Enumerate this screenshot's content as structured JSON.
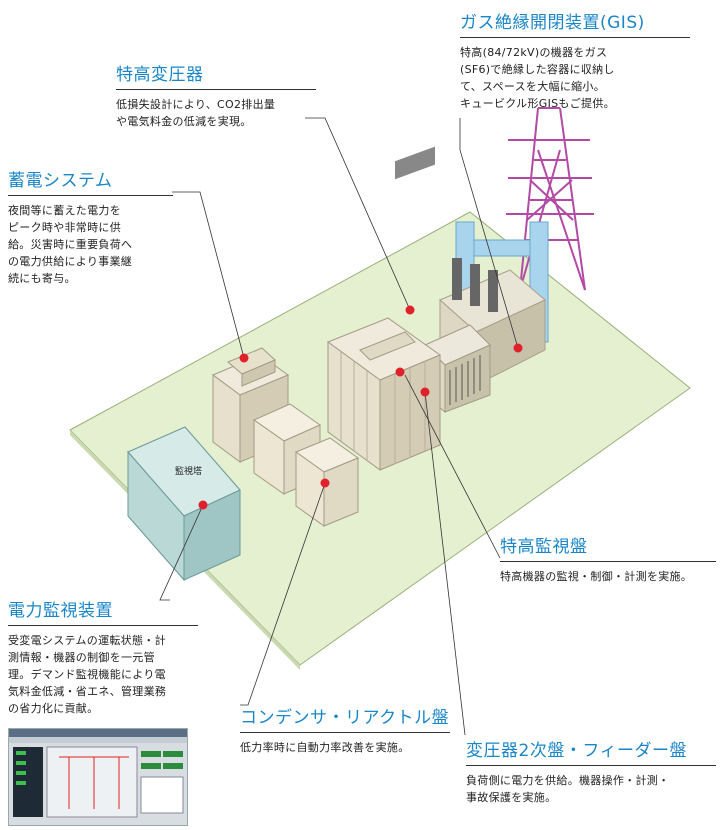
{
  "callouts": {
    "gis": {
      "title": "ガス絶縁開閉装置(GIS)",
      "lines": [
        "特高(84/72kV)の機器をガス",
        "(SF6)で絶縁した容器に収納し",
        "て、スペースを大幅に縮小。",
        "キュービクル形GISもご提供。"
      ]
    },
    "transformer": {
      "title": "特高変圧器",
      "lines": [
        "低損失設計により、CO2排出量",
        "や電気料金の低減を実現。"
      ]
    },
    "storage": {
      "title": "蓄電システム",
      "lines": [
        "夜間等に蓄えた電力を",
        "ピーク時や非常時に供",
        "給。災害時に重要負荷へ",
        "の電力供給により事業継",
        "続にも寄与。"
      ]
    },
    "hv_monitor": {
      "title": "特高監視盤",
      "lines": [
        "特高機器の監視・制御・計測を実施。"
      ]
    },
    "power_monitor": {
      "title": "電力監視装置",
      "lines": [
        "受変電システムの運転状態・計",
        "測情報・機器の制御を一元管",
        "理。デマンド監視機能により電",
        "気料金低減・省エネ、管理業務",
        "の省力化に貢献。"
      ]
    },
    "capacitor": {
      "title": "コンデンサ・リアクトル盤",
      "lines": [
        "低力率時に自動力率改善を実施。"
      ]
    },
    "secondary": {
      "title": "変圧器2次盤・フィーダー盤",
      "lines": [
        "負荷側に電力を供給。機器操作・計測・",
        "事故保護を実施。"
      ]
    }
  },
  "building_label": "監視塔",
  "colors": {
    "accent": "#1a86c8",
    "ground": "#e4f0d0",
    "marker": "#e0202a"
  }
}
